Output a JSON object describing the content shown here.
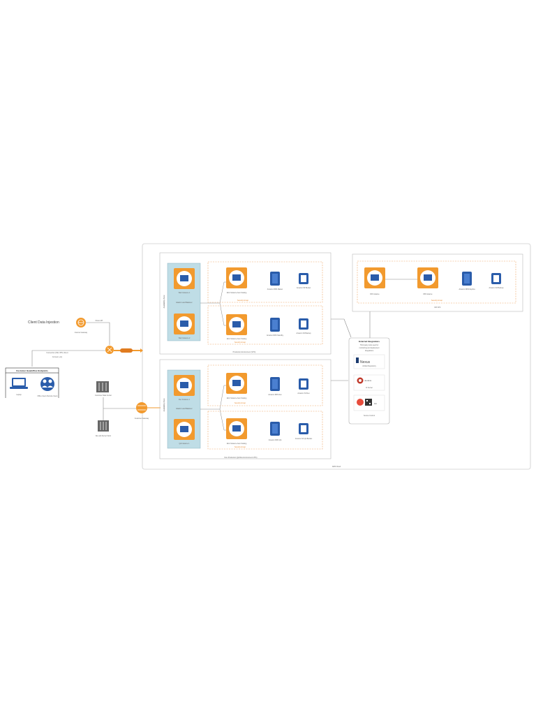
{
  "diagram": {
    "outer_boundary_label": "AWS Cloud",
    "client_side": {
      "label_left": "Client Data Injestion",
      "cloud_label": "Internet Gateway",
      "cloud_link_label": "Direct API",
      "connection_label_line1": "Connection (SSL VPN, Direct",
      "connection_label_line2": "Connect, etc)",
      "devices_box_title": "Customer Headoffice Endpoints",
      "device_1_label": "Laptop",
      "device_2_label": "Office Users Remote Users",
      "server_1_label": "Customer Data Center",
      "server_2_label": "Dev-QA Server Farm",
      "customer_gateway_label": "Customer Gateway"
    },
    "prod_vpc": {
      "title": "Production Environment (VPC)",
      "az_vertical_label": "Availability Zone",
      "elb_label": "Elastic Load Balancer",
      "instance_1_label": "Web Instance 1",
      "instance_2_label": "Web Instance 2",
      "ec2_1_label": "EC2 Instance Auto Scaling",
      "ec2_2_label": "EC2 Instance Auto Scaling",
      "group_1_label": "Security Group",
      "group_2_label": "Security Group",
      "db_1_label": "Amazon RDS Master",
      "db_2_label": "Amazon RDS Standby",
      "s3_1_label": "Amazon S3 Bucket",
      "s3_2_label": "Amazon S3 Backup"
    },
    "nonprod_vpc": {
      "title": "Non-Production (QA/Dev Environment VPC)",
      "az_vertical_label": "Availability Zone",
      "elb_label": "Elastic Load Balancer",
      "instance_1_label": "Dev Instance 1",
      "instance_2_label": "QA Instance 1",
      "ec2_1_label": "EC2 Instance Auto Scaling",
      "ec2_2_label": "EC2 Instance Auto Scaling",
      "group_1_label": "Security Group",
      "group_2_label": "Security Group",
      "db_1_label": "Amazon RDS Dev",
      "db_2_label": "Amazon RDS QA",
      "s3_1_label": "Amazon S3 Dev",
      "s3_2_label": "Amazon S3 QA Bucket"
    },
    "dr_vpc": {
      "title": "DR VPC",
      "node_1_label": "DR Instance",
      "node_2_label": "DB Instance",
      "group_label": "Security Group",
      "db_label": "Amazon RDS Replica",
      "s3_label": "Amazon S3 Backup"
    },
    "third_party": {
      "title": "External Integrations",
      "subtitle_line1": "Third party tools used for",
      "subtitle_line2": "monitoring and deployment",
      "subtitle_line3": "integrations",
      "tool_1_name": "Nexus",
      "tool_1_label": "Artifact Repository",
      "tool_2_name": "Jenkins",
      "tool_2_label": "CI Server",
      "tool_3_name": "Git",
      "tool_3_label": "Source Control"
    },
    "colors": {
      "aws_orange": "#f29a2e",
      "aws_orange_dark": "#e07b1f",
      "aws_blue": "#2a5caa",
      "az_fill": "#bfdde6",
      "border_grey": "#bbbbbb",
      "dashed_orange": "#f0a868"
    }
  }
}
